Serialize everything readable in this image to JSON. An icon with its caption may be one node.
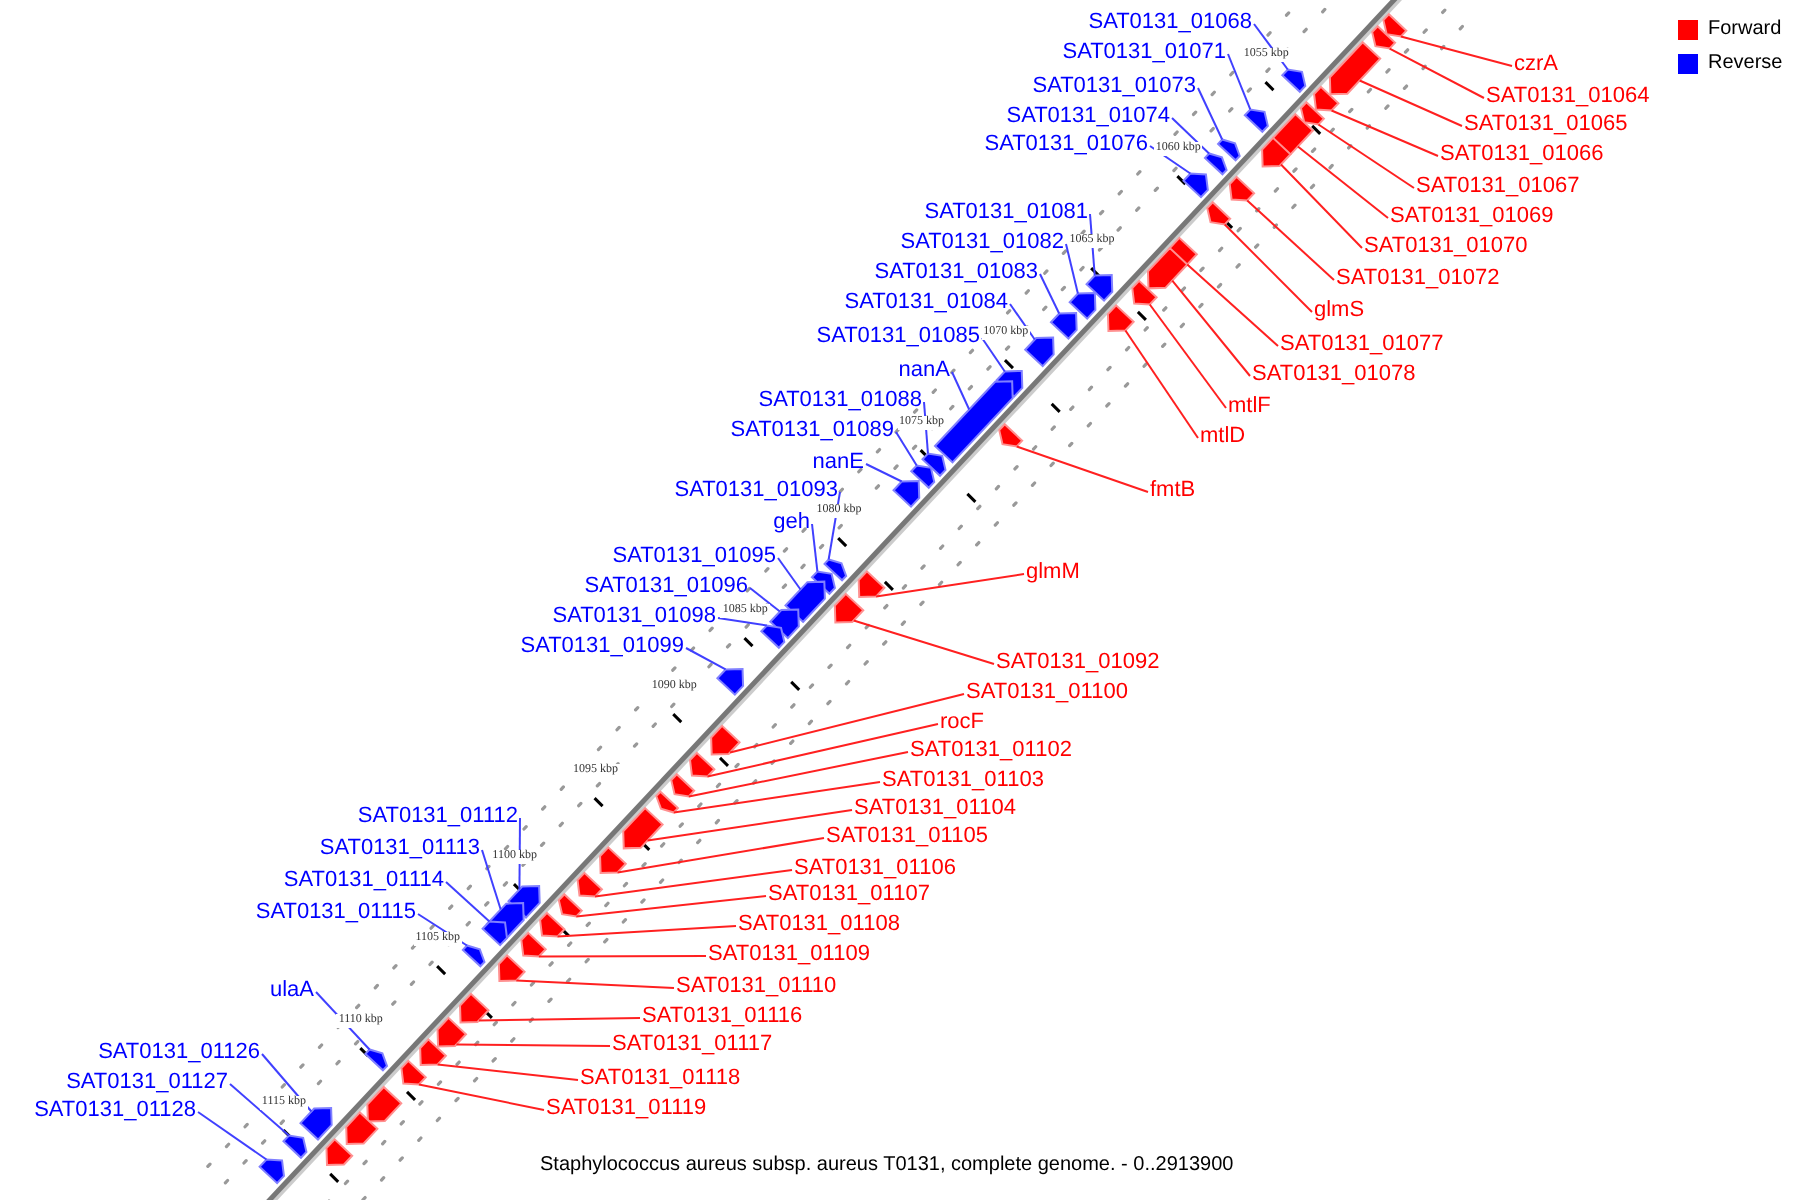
{
  "diagram": {
    "caption": "Staphylococcus aureus subsp. aureus T0131, complete genome. - 0..2913900",
    "nodes": [
      {
        "text": [
          "SAT0131_01068"
        ]
      },
      {
        "text": [
          "SAT0131_01071"
        ]
      },
      {
        "text": [
          "SAT0131_01073"
        ]
      },
      {
        "text": [
          "SAT0131_01074"
        ]
      },
      {
        "text": [
          "SAT0131_01076"
        ]
      },
      {
        "text": [
          "SAT0131_01081"
        ]
      },
      {
        "text": [
          "SAT0131_01082"
        ]
      },
      {
        "text": [
          "SAT0131_01083"
        ]
      },
      {
        "text": [
          "SAT0131_01084"
        ]
      },
      {
        "text": [
          "SAT0131_01085"
        ]
      },
      {
        "text": [
          "nanA"
        ]
      },
      {
        "text": [
          "SAT0131_01088"
        ]
      },
      {
        "text": [
          "SAT0131_01089"
        ]
      },
      {
        "text": [
          "nanE"
        ]
      },
      {
        "text": [
          "SAT0131_01093"
        ]
      },
      {
        "text": [
          "geh"
        ]
      },
      {
        "text": [
          "SAT0131_01095"
        ]
      },
      {
        "text": [
          "SAT0131_01096"
        ]
      },
      {
        "text": [
          "SAT0131_01098"
        ]
      },
      {
        "text": [
          "SAT0131_01099"
        ]
      },
      {
        "text": [
          "SAT0131_01112"
        ]
      },
      {
        "text": [
          "SAT0131_01113"
        ]
      },
      {
        "text": [
          "SAT0131_01114"
        ]
      },
      {
        "text": [
          "SAT0131_01115"
        ]
      },
      {
        "text": [
          "ulaA"
        ]
      },
      {
        "text": [
          "SAT0131_01126"
        ]
      },
      {
        "text": [
          "SAT0131_01127"
        ]
      },
      {
        "text": [
          "SAT0131_01128"
        ]
      },
      {
        "text": [
          "czrA"
        ]
      },
      {
        "text": [
          "SAT0131_01064"
        ]
      },
      {
        "text": [
          "SAT0131_01065"
        ]
      },
      {
        "text": [
          "SAT0131_01066"
        ]
      },
      {
        "text": [
          "SAT0131_01067"
        ]
      },
      {
        "text": [
          "SAT0131_01069"
        ]
      },
      {
        "text": [
          "SAT0131_01070"
        ]
      },
      {
        "text": [
          "SAT0131_01072"
        ]
      },
      {
        "text": [
          "glmS"
        ]
      },
      {
        "text": [
          "SAT0131_01077"
        ]
      },
      {
        "text": [
          "SAT0131_01078"
        ]
      },
      {
        "text": [
          "mtlF"
        ]
      },
      {
        "text": [
          "mtlD"
        ]
      },
      {
        "text": [
          "fmtB"
        ]
      },
      {
        "text": [
          "glmM"
        ]
      },
      {
        "text": [
          "SAT0131_01092"
        ]
      },
      {
        "text": [
          "SAT0131_01100"
        ]
      },
      {
        "text": [
          "rocF"
        ]
      },
      {
        "text": [
          "SAT0131_01102"
        ]
      },
      {
        "text": [
          "SAT0131_01103"
        ]
      },
      {
        "text": [
          "SAT0131_01104"
        ]
      },
      {
        "text": [
          "SAT0131_01105"
        ]
      },
      {
        "text": [
          "SAT0131_01106"
        ]
      },
      {
        "text": [
          "SAT0131_01107"
        ]
      },
      {
        "text": [
          "SAT0131_01108"
        ]
      },
      {
        "text": [
          "SAT0131_01109"
        ]
      },
      {
        "text": [
          "SAT0131_01110"
        ]
      },
      {
        "text": [
          "SAT0131_01116"
        ]
      },
      {
        "text": [
          "SAT0131_01117"
        ]
      },
      {
        "text": [
          "SAT0131_01118"
        ]
      },
      {
        "text": [
          "SAT0131_01119"
        ]
      },
      {
        "text": [],
        "shape": "arrow"
      },
      {
        "text": [],
        "shape": "arrow"
      },
      {
        "text": [],
        "shape": "arrow"
      },
      {
        "text": [],
        "shape": "arrow"
      },
      {
        "text": [],
        "shape": "arrow"
      },
      {
        "text": [],
        "shape": "arrow"
      },
      {
        "text": [],
        "shape": "arrow"
      },
      {
        "text": [],
        "shape": "arrow"
      },
      {
        "text": [],
        "shape": "arrow"
      },
      {
        "text": [],
        "shape": "arrow"
      },
      {
        "text": [],
        "shape": "arrow"
      },
      {
        "text": [],
        "shape": "arrow"
      },
      {
        "text": [],
        "shape": "arrow"
      },
      {
        "text": [],
        "shape": "arrow"
      },
      {
        "text": [],
        "shape": "arrow"
      },
      {
        "text": [],
        "shape": "arrow"
      },
      {
        "text": [],
        "shape": "arrow"
      },
      {
        "text": [],
        "shape": "arrow"
      },
      {
        "text": [],
        "shape": "arrow"
      },
      {
        "text": [],
        "shape": "arrow"
      },
      {
        "text": [],
        "shape": "arrow"
      },
      {
        "text": [],
        "shape": "arrow"
      },
      {
        "text": [],
        "shape": "arrow"
      },
      {
        "text": [],
        "shape": "arrow"
      },
      {
        "text": [],
        "shape": "arrow"
      },
      {
        "text": [],
        "shape": "arrow"
      },
      {
        "text": [],
        "shape": "arrow"
      },
      {
        "text": [],
        "shape": "arrow"
      },
      {
        "text": [],
        "shape": "arrow"
      },
      {
        "text": [],
        "shape": "arrow"
      },
      {
        "text": [],
        "shape": "arrow"
      },
      {
        "text": [],
        "shape": "arrow"
      },
      {
        "text": [],
        "shape": "arrow"
      },
      {
        "text": [],
        "shape": "arrow"
      },
      {
        "text": [],
        "shape": "arrow"
      },
      {
        "text": [],
        "shape": "arrow"
      },
      {
        "text": [],
        "shape": "arrow"
      },
      {
        "text": [],
        "shape": "arrow"
      },
      {
        "text": [],
        "shape": "arrow"
      },
      {
        "text": [],
        "shape": "arrow"
      },
      {
        "text": [],
        "shape": "arrow"
      },
      {
        "text": [],
        "shape": "arrow"
      },
      {
        "text": [],
        "shape": "arrow"
      },
      {
        "text": [],
        "shape": "arrow"
      },
      {
        "text": [],
        "shape": "arrow"
      },
      {
        "text": [],
        "shape": "arrow"
      },
      {
        "text": [],
        "shape": "arrow"
      },
      {
        "text": [],
        "shape": "arrow"
      },
      {
        "text": [],
        "shape": "arrow"
      },
      {
        "text": [],
        "shape": "arrow"
      },
      {
        "text": [],
        "shape": "arrow"
      },
      {
        "text": [],
        "shape": "arrow"
      },
      {
        "text": [],
        "shape": "arrow"
      },
      {
        "text": [],
        "shape": "arrow"
      },
      {
        "text": [],
        "shape": "arrow"
      },
      {
        "text": [],
        "shape": "arrow"
      },
      {
        "text": [],
        "shape": "arrow"
      },
      {
        "text": [],
        "shape": "arrow"
      },
      {
        "text": [],
        "shape": "arrow"
      },
      {
        "text": [],
        "shape": "arrow"
      },
      {
        "text": [],
        "shape": "arrow"
      },
      {
        "text": [],
        "shape": "arrow"
      }
    ],
    "edges": [
      {
        "from": 0,
        "to": 59,
        "arrow": "none",
        "color": "#4040ff"
      },
      {
        "from": 1,
        "to": 60,
        "arrow": "none",
        "color": "#4040ff"
      },
      {
        "from": 2,
        "to": 61,
        "arrow": "none",
        "color": "#4040ff"
      },
      {
        "from": 3,
        "to": 62,
        "arrow": "none",
        "color": "#4040ff"
      },
      {
        "from": 4,
        "to": 63,
        "arrow": "none",
        "color": "#4040ff"
      },
      {
        "from": 5,
        "to": 64,
        "arrow": "none",
        "color": "#4040ff"
      },
      {
        "from": 6,
        "to": 65,
        "arrow": "none",
        "color": "#4040ff"
      },
      {
        "from": 7,
        "to": 66,
        "arrow": "none",
        "color": "#4040ff"
      },
      {
        "from": 8,
        "to": 67,
        "arrow": "none",
        "color": "#4040ff"
      },
      {
        "from": 9,
        "to": 68,
        "arrow": "none",
        "color": "#4040ff"
      },
      {
        "from": 10,
        "to": 69,
        "arrow": "none",
        "color": "#4040ff"
      },
      {
        "from": 11,
        "to": 70,
        "arrow": "none",
        "color": "#4040ff"
      },
      {
        "from": 12,
        "to": 71,
        "arrow": "none",
        "color": "#4040ff"
      },
      {
        "from": 13,
        "to": 72,
        "arrow": "none",
        "color": "#4040ff"
      },
      {
        "from": 14,
        "to": 73,
        "arrow": "none",
        "color": "#4040ff"
      },
      {
        "from": 15,
        "to": 74,
        "arrow": "none",
        "color": "#4040ff"
      },
      {
        "from": 16,
        "to": 75,
        "arrow": "none",
        "color": "#4040ff"
      },
      {
        "from": 17,
        "to": 76,
        "arrow": "none",
        "color": "#4040ff"
      },
      {
        "from": 18,
        "to": 77,
        "arrow": "none",
        "color": "#4040ff"
      },
      {
        "from": 19,
        "to": 78,
        "arrow": "none",
        "color": "#4040ff"
      },
      {
        "from": 20,
        "to": 79,
        "arrow": "none",
        "color": "#4040ff"
      },
      {
        "from": 21,
        "to": 80,
        "arrow": "none",
        "color": "#4040ff"
      },
      {
        "from": 22,
        "to": 81,
        "arrow": "none",
        "color": "#4040ff"
      },
      {
        "from": 23,
        "to": 82,
        "arrow": "none",
        "color": "#4040ff"
      },
      {
        "from": 24,
        "to": 83,
        "arrow": "none",
        "color": "#4040ff"
      },
      {
        "from": 25,
        "to": 84,
        "arrow": "none",
        "color": "#4040ff"
      },
      {
        "from": 26,
        "to": 85,
        "arrow": "none",
        "color": "#4040ff"
      },
      {
        "from": 27,
        "to": 86,
        "arrow": "none",
        "color": "#4040ff"
      },
      {
        "from": 28,
        "to": 87,
        "arrow": "none"
      },
      {
        "from": 29,
        "to": 88,
        "arrow": "none"
      },
      {
        "from": 30,
        "to": 89,
        "arrow": "none"
      },
      {
        "from": 31,
        "to": 90,
        "arrow": "none"
      },
      {
        "from": 32,
        "to": 91,
        "arrow": "none"
      },
      {
        "from": 33,
        "to": 92,
        "arrow": "none"
      },
      {
        "from": 34,
        "to": 93,
        "arrow": "none"
      },
      {
        "from": 35,
        "to": 94,
        "arrow": "none"
      },
      {
        "from": 36,
        "to": 95,
        "arrow": "none"
      },
      {
        "from": 37,
        "to": 96,
        "arrow": "none"
      },
      {
        "from": 38,
        "to": 97,
        "arrow": "none"
      },
      {
        "from": 39,
        "to": 98,
        "arrow": "none"
      },
      {
        "from": 40,
        "to": 99,
        "arrow": "none"
      },
      {
        "from": 41,
        "to": 100,
        "arrow": "none"
      },
      {
        "from": 42,
        "to": 101,
        "arrow": "none"
      },
      {
        "from": 43,
        "to": 102,
        "arrow": "none"
      },
      {
        "from": 44,
        "to": 103,
        "arrow": "none"
      },
      {
        "from": 45,
        "to": 104,
        "arrow": "none"
      },
      {
        "from": 46,
        "to": 105,
        "arrow": "none"
      },
      {
        "from": 47,
        "to": 106,
        "arrow": "none"
      },
      {
        "from": 48,
        "to": 107,
        "arrow": "none"
      },
      {
        "from": 49,
        "to": 108,
        "arrow": "none"
      },
      {
        "from": 50,
        "to": 109,
        "arrow": "none"
      },
      {
        "from": 51,
        "to": 110,
        "arrow": "none"
      },
      {
        "from": 52,
        "to": 111,
        "arrow": "none"
      },
      {
        "from": 53,
        "to": 112,
        "arrow": "none"
      },
      {
        "from": 54,
        "to": 113,
        "arrow": "none"
      },
      {
        "from": 55,
        "to": 114,
        "arrow": "none"
      },
      {
        "from": 56,
        "to": 115,
        "arrow": "none"
      },
      {
        "from": 57,
        "to": 116,
        "arrow": "none"
      },
      {
        "from": 58,
        "to": 117,
        "arrow": "none"
      }
    ],
    "labels": [
      "1055 kbp",
      "1060 kbp",
      "1065 kbp",
      "1070 kbp",
      "1075 kbp",
      "1080 kbp",
      "1085 kbp",
      "1090 kbp",
      "1095 kbp",
      "1100 kbp",
      "1105 kbp",
      "1110 kbp",
      "1115 kbp"
    ],
    "legend": [
      {
        "text": "Forward",
        "color": "#ff0000"
      },
      {
        "text": "Reverse",
        "color": "#0000ff"
      }
    ]
  }
}
